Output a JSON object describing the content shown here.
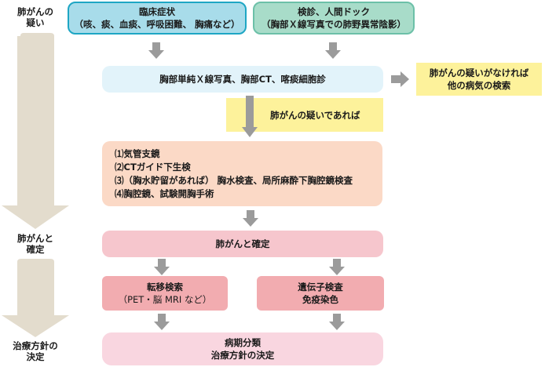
{
  "stages": [
    {
      "lines": [
        "肺がんの",
        "疑い"
      ]
    },
    {
      "lines": [
        "肺がんと",
        "確定"
      ]
    },
    {
      "lines": [
        "治療方針の",
        "決定"
      ]
    }
  ],
  "entry_boxes": [
    {
      "title": "臨床症状",
      "subtitle": "（咳、痰、血痰、呼吸困難、 胸痛など）"
    },
    {
      "title": "検診、人間ドック",
      "subtitle": "（胸部Ｘ線写真での肺野異常陰影）"
    }
  ],
  "screening_box": {
    "text": "胸部単純Ｘ線写真、胸部CT、喀痰細胞診"
  },
  "no_suspicion_box": {
    "lines": [
      "肺がんの疑いがなければ",
      "他の病気の検索"
    ]
  },
  "suspicion_condition": {
    "text": "肺がんの疑いであれば"
  },
  "procedures_box": {
    "items": [
      "⑴気管支鏡",
      "⑵CTガイド下生検",
      "⑶（胸水貯留があれば） 胸水検査、局所麻酔下胸腔鏡検査",
      "⑷胸腔鏡、試験開胸手術"
    ]
  },
  "confirmed_box": {
    "text": "肺がんと確定"
  },
  "metastasis_box": {
    "title": "転移検索",
    "subtitle": "（PET・脳 MRI など）"
  },
  "genetic_box": {
    "title": "遺伝子検査",
    "subtitle": "免疫染色"
  },
  "final_box": {
    "title": "病期分類",
    "subtitle": "治療方針の決定"
  },
  "colors": {
    "stage_arrow": "#e3dccd",
    "flow_arrow": "#9b9b9b",
    "clinical_fill": "#a8dcea",
    "clinical_border": "#1ea6c4",
    "checkup_fill": "#a8dcc9",
    "checkup_border": "#6cc0a8",
    "screening_fill": "#e2f3fa",
    "yellow_fill": "#fdf29b",
    "procedures_fill": "#fbd9c6",
    "confirmed_fill": "#f6c6cd",
    "sub_fill": "#f2acb0",
    "final_fill": "#f9d6e0"
  }
}
